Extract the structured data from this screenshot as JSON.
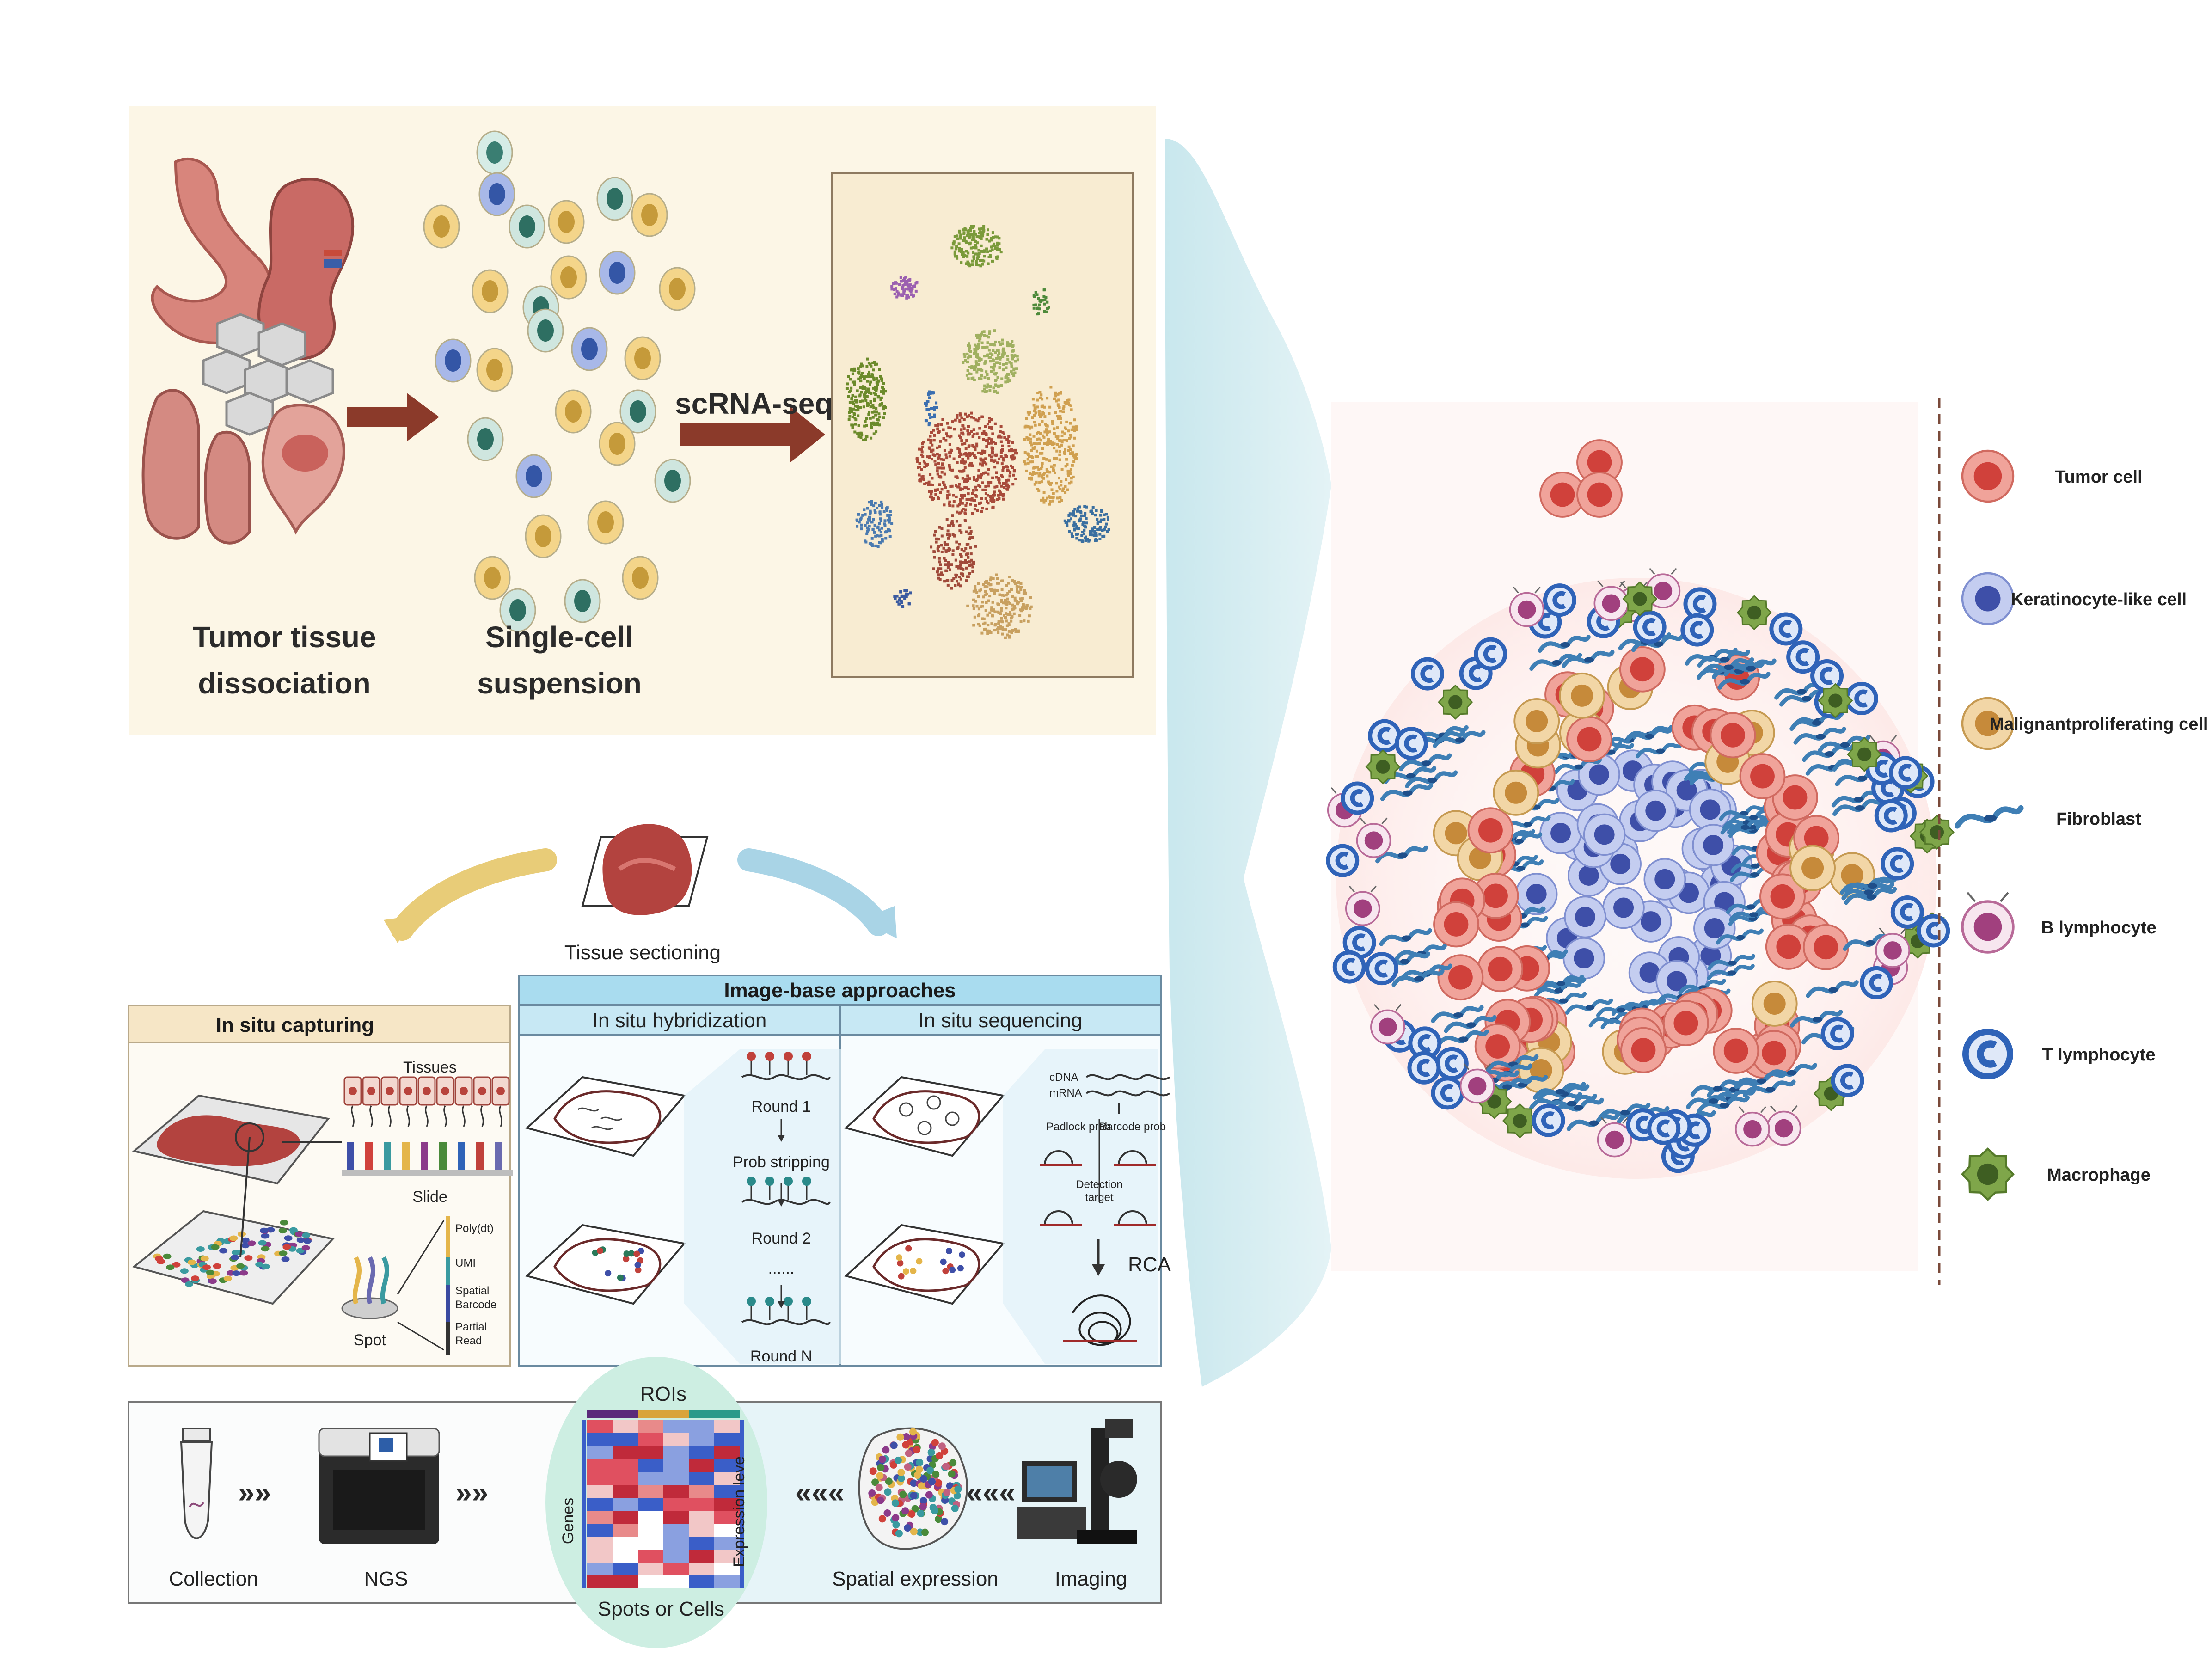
{
  "top_panel": {
    "step1_line1": "Tumor tissue",
    "step1_line2": "dissociation",
    "step2_line1": "Single-cell",
    "step2_line2": "suspension",
    "arrow_label": "scRNA-seq"
  },
  "spatial_panel": {
    "tissue_label": "Tissue sectioning",
    "capture_title": "In situ capturing",
    "capture_tissues": "Tissues",
    "capture_slide": "Slide",
    "capture_spot": "Spot",
    "probe_polydt": "Poly(dt)",
    "probe_umi": "UMI",
    "probe_spatial_1": "Spatial",
    "probe_spatial_2": "Barcode",
    "probe_partial_1": "Partial",
    "probe_partial_2": "Read",
    "image_title": "Image-base approaches",
    "ish_title": "In situ hybridization",
    "iss_title": "In situ sequencing",
    "ish_round1": "Round 1",
    "ish_strip": "Prob stripping",
    "ish_round2": "Round 2",
    "ish_dots": "......",
    "ish_roundn": "Round N",
    "iss_cdna": "cDNA",
    "iss_mrna": "mRNA",
    "iss_padlock": "Padlock prob",
    "iss_barcode": "Barcode prob",
    "iss_detect_1": "Detection",
    "iss_detect_2": "target",
    "iss_rca": "RCA"
  },
  "workflow_panel": {
    "collection": "Collection",
    "ngs": "NGS",
    "rois": "ROIs",
    "genes": "Genes",
    "expression": "Expression leve",
    "spots": "Spots or Cells",
    "spatial_expr": "Spatial expression",
    "imaging": "Imaging",
    "chev_right": "»»",
    "chev_left": "«««"
  },
  "legend": {
    "items": [
      {
        "label": "Tumor cell",
        "icon": "tumor-cell-icon",
        "color": "#d9534a"
      },
      {
        "label": "Keratinocyte-like cell",
        "icon": "keratinocyte-cell-icon",
        "color": "#4a5fb0"
      },
      {
        "label": "Malignantproliferating cell",
        "icon": "malignant-cell-icon",
        "color": "#d4a04a"
      },
      {
        "label": "Fibroblast",
        "icon": "fibroblast-icon",
        "color": "#3f7fb5"
      },
      {
        "label": "B lymphocyte",
        "icon": "b-lymphocyte-icon",
        "color": "#a44b86"
      },
      {
        "label": "T lymphocyte",
        "icon": "t-lymphocyte-icon",
        "color": "#2f63b8"
      },
      {
        "label": "Macrophage",
        "icon": "macrophage-icon",
        "color": "#6e9a3c"
      }
    ]
  },
  "colors": {
    "arrow_brown": "#8b3a2a",
    "arrow_yellow": "#e8cc78",
    "arrow_blue": "#a9d4e6",
    "header_blue": "#a9dcef",
    "header_tan": "#f6e6c6",
    "top_bg": "#fcf6e6",
    "tsne_bg": "#f8ecd2"
  }
}
